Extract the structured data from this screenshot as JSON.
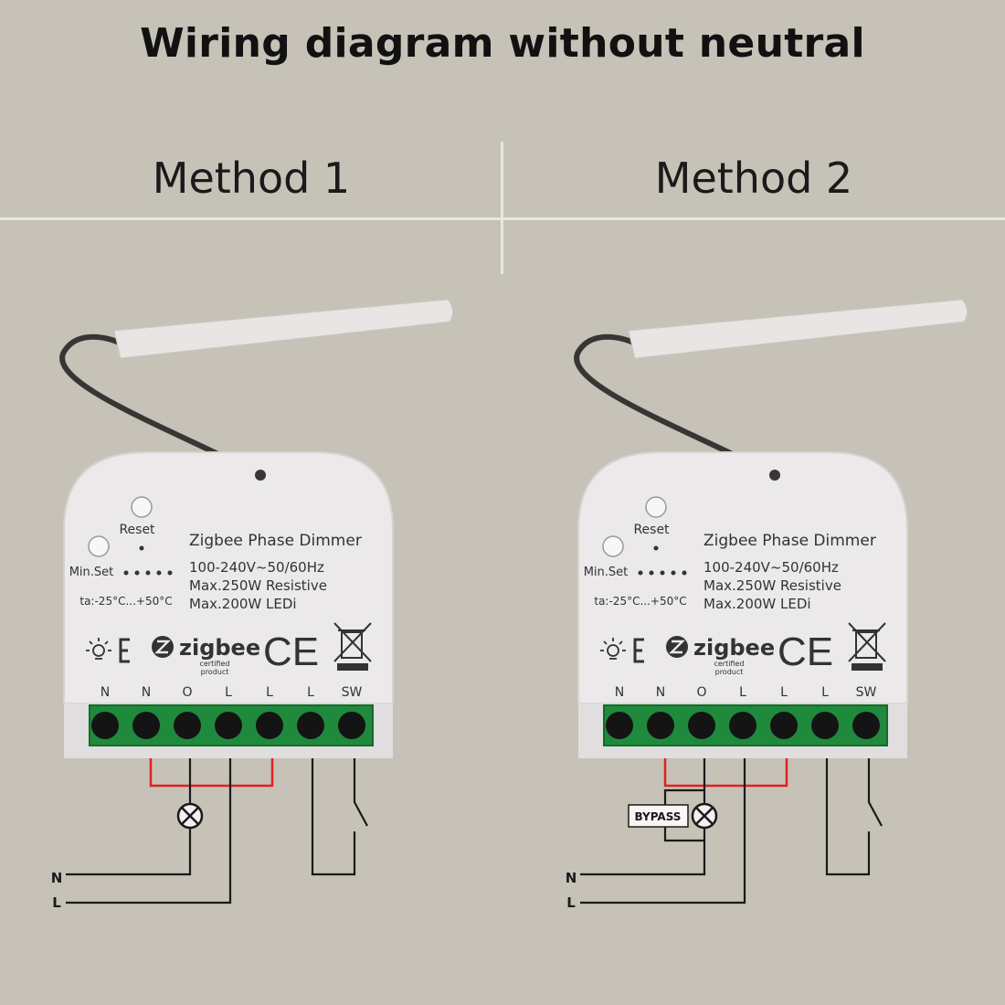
{
  "title": "Wiring diagram without neutral",
  "methods": [
    {
      "label": "Method 1",
      "has_bypass": false
    },
    {
      "label": "Method 2",
      "has_bypass": true,
      "bypass_label": "BYPASS"
    }
  ],
  "device": {
    "name": "Zigbee Phase Dimmer",
    "spec_line1": "100-240V~50/60Hz",
    "spec_line2": "Max.250W Resistive",
    "spec_line3": "Max.200W LEDi",
    "reset_label": "Reset",
    "minset_label": "Min.Set",
    "temp_label": "ta:-25°C...+50°C",
    "brand": "zigbee",
    "brand_sub1": "certified",
    "brand_sub2": "product",
    "ce_mark": "CE",
    "terminals": [
      "N",
      "N",
      "O",
      "L",
      "L",
      "L",
      "SW"
    ]
  },
  "mains": {
    "neutral": "N",
    "line": "L"
  },
  "colors": {
    "background": "#c6c2b7",
    "divider": "#e9e7e1",
    "jumper": "#e02020",
    "wire": "#1a1a1a",
    "terminal_block": "#1f8a3c"
  }
}
